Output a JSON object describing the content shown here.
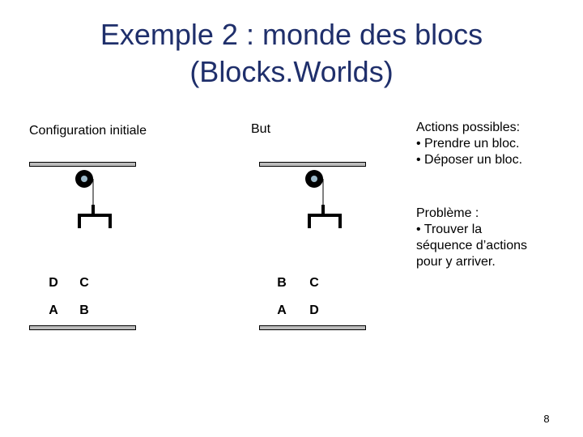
{
  "slide": {
    "title_line1": "Exemple 2 : monde des blocs",
    "title_line2": "(Blocks.Worlds)",
    "initial_label": "Configuration initiale",
    "goal_label": "But",
    "page_number": "8"
  },
  "actions": {
    "heading": "Actions possibles:",
    "items": [
      "• Prendre un bloc.",
      "• Déposer un bloc."
    ]
  },
  "problem": {
    "heading": "Problème :",
    "lines": [
      "• Trouver la",
      "séquence d’actions",
      "pour y arriver."
    ]
  },
  "initial": {
    "top": [
      "D",
      "C"
    ],
    "bottom": [
      "A",
      "B"
    ]
  },
  "goal": {
    "top": [
      "B",
      "C"
    ],
    "bottom": [
      "A",
      "D"
    ]
  },
  "colors": {
    "title": "#1f2f6b",
    "shelf": "#bcbcbc",
    "pulley_hub": "#9bb8c8"
  }
}
